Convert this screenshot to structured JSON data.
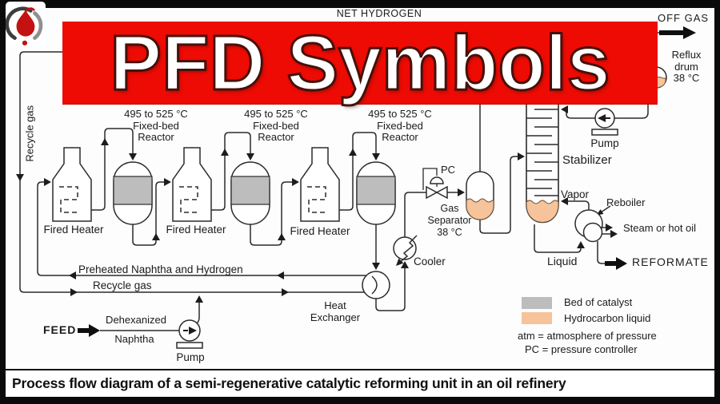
{
  "banner": {
    "title": "PFD Symbols",
    "bg": "#ee0b04"
  },
  "caption": {
    "text": "Process flow diagram of a semi-regenerative catalytic reforming unit in an oil refinery"
  },
  "logo": {
    "icon": "flame-logo"
  },
  "streams": {
    "net_hydrogen": "NET HYDROGEN",
    "off_gas": "OFF GAS",
    "vapor": "Vapor",
    "liquid": "Liquid",
    "steam_or_hot_oil": "Steam or hot oil",
    "reformate": "REFORMATE",
    "preheated_naphtha": "Preheated Naphtha and Hydrogen",
    "recycle_gas": "Recycle gas",
    "feed": "FEED",
    "dehexanized_line1": "Dehexanized",
    "dehexanized_line2": "Naphtha"
  },
  "equipment": {
    "reactor_temp": "495 to 525 °C",
    "reactor_line2": "Fixed-bed",
    "reactor_line3": "Reactor",
    "fired_heater": "Fired Heater",
    "pump": "Pump",
    "stabilizer": "Stabilizer",
    "reboiler": "Reboiler",
    "cooler": "Cooler",
    "heat_exchanger_line1": "Heat",
    "heat_exchanger_line2": "Exchanger",
    "gas_separator_line1": "Gas",
    "gas_separator_line2": "Separator",
    "gas_separator_temp": "38 °C",
    "reflux_drum_line1": "Reflux",
    "reflux_drum_line2": "drum",
    "reflux_drum_temp": "38 °C",
    "pressure_controller": "PC"
  },
  "legend": {
    "catalyst_label": "Bed of catalyst",
    "liquid_label": "Hydrocarbon liquid",
    "atm_note": "atm = atmosphere of pressure",
    "pc_note": "PC = pressure controller"
  },
  "colors": {
    "catalyst_gray": "#bdbdbd",
    "hydrocarbon_orange": "#f6c39b",
    "reboiler_gray": "#d9d9d9",
    "line": "#2b2b2b"
  }
}
